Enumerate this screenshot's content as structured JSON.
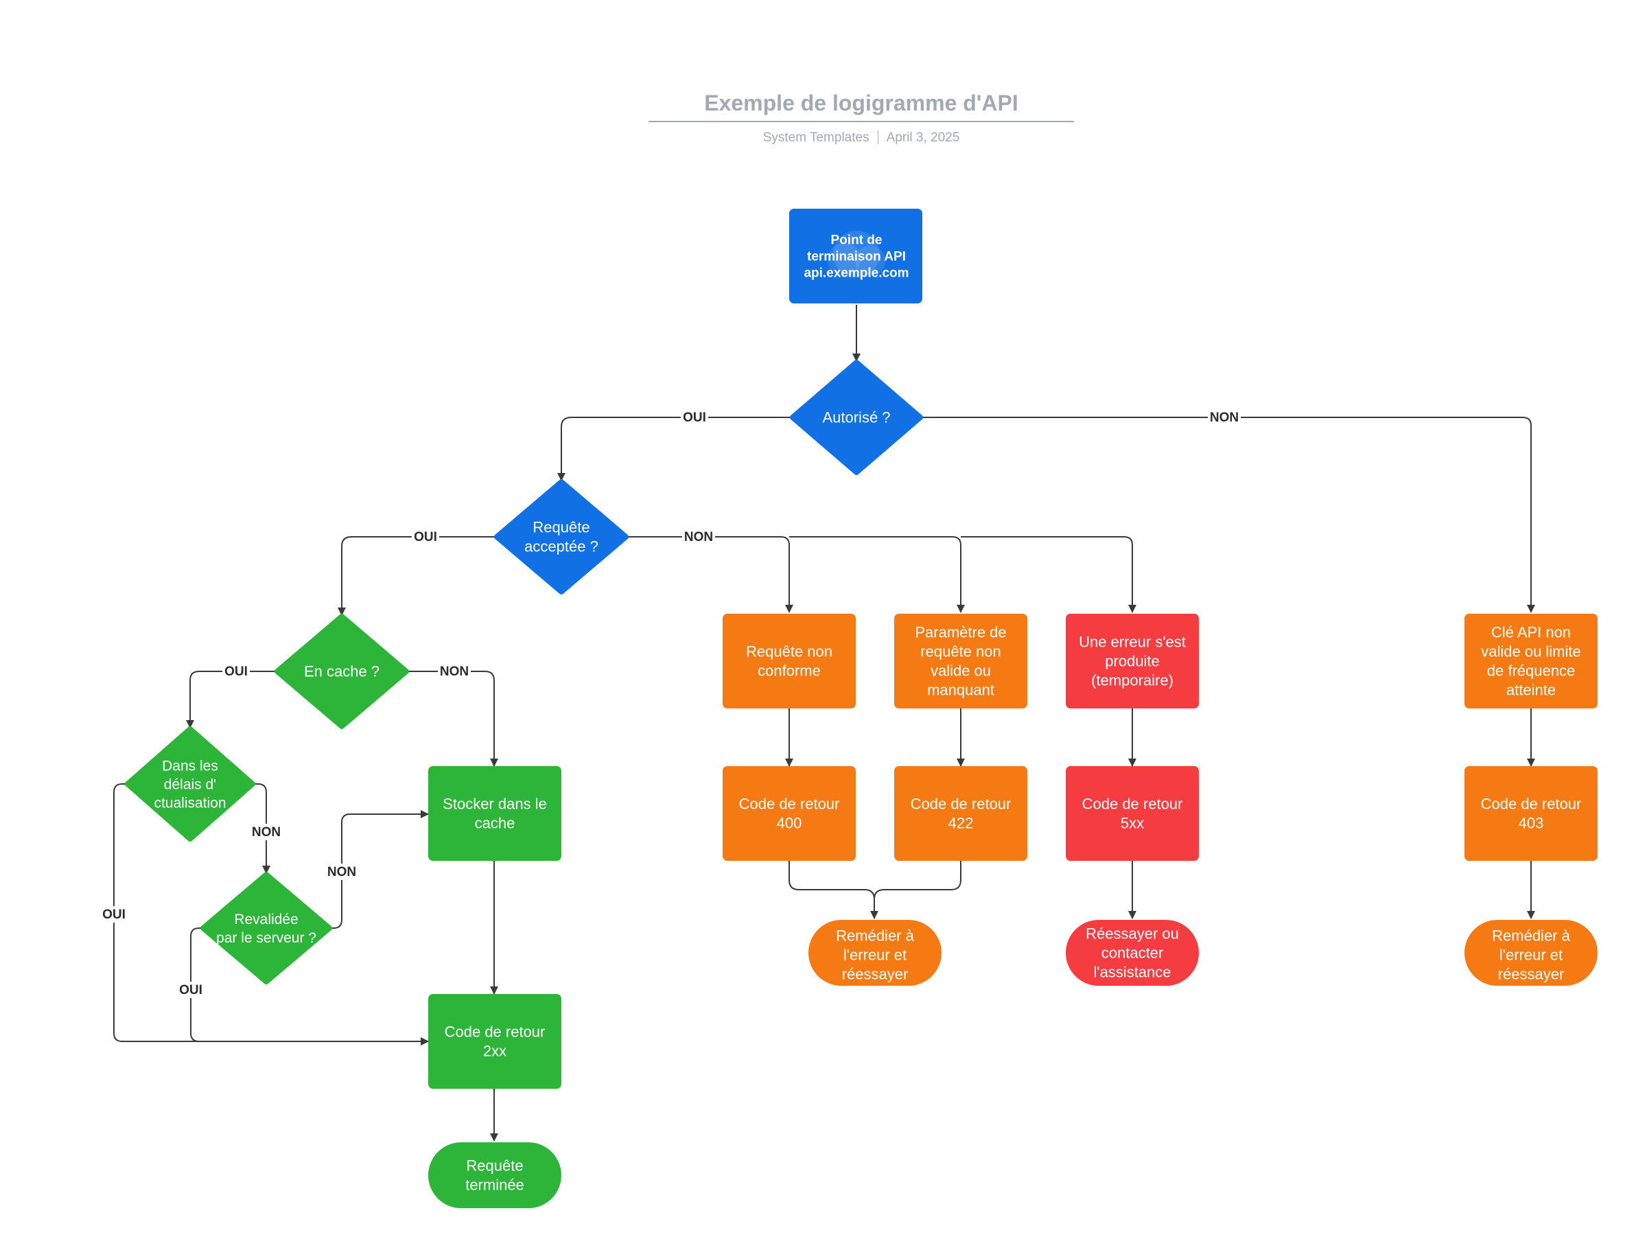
{
  "header": {
    "title": "Exemple de logigramme d'API",
    "source": "System Templates",
    "date": "April 3, 2025"
  },
  "colors": {
    "blue": "#1170e4",
    "green": "#2db53a",
    "orange": "#f57a14",
    "red": "#f53c41",
    "connector": "#3a3a3a"
  },
  "nodes": {
    "api_endpoint": [
      "Point de",
      "terminaison API",
      "api.exemple.com"
    ],
    "authorized": [
      "Autorisé ?"
    ],
    "request_accepted": [
      "Requête",
      "acceptée ?"
    ],
    "in_cache": [
      "En cache ?"
    ],
    "within_refresh": [
      "Dans les",
      "délais d'",
      "ctualisation"
    ],
    "revalidated": [
      "Revalidée",
      "par le serveur ?"
    ],
    "store_cache": [
      "Stocker dans le",
      "cache"
    ],
    "code_2xx": [
      "Code de retour",
      "2xx"
    ],
    "request_done": [
      "Requête",
      "terminée"
    ],
    "nonconform": [
      "Requête non",
      "conforme"
    ],
    "param_invalid": [
      "Paramètre de",
      "requête non",
      "valide ou",
      "manquant"
    ],
    "error_temp": [
      "Une erreur s'est",
      "produite",
      "(temporaire)"
    ],
    "api_key_invalid": [
      "Clé API non",
      "valide ou limite",
      "de fréquence",
      "atteinte"
    ],
    "code_400": [
      "Code de retour",
      "400"
    ],
    "code_422": [
      "Code de retour",
      "422"
    ],
    "code_5xx": [
      "Code de retour",
      "5xx"
    ],
    "code_403": [
      "Code de retour",
      "403"
    ],
    "remedy_1": [
      "Remédier à",
      "l'erreur et",
      "réessayer"
    ],
    "retry_contact": [
      "Réessayer ou",
      "contacter",
      "l'assistance"
    ],
    "remedy_2": [
      "Remédier à",
      "l'erreur et",
      "réessayer"
    ]
  },
  "edge_labels": {
    "auth_yes": "OUI",
    "auth_no": "NON",
    "accept_yes": "OUI",
    "accept_no": "NON",
    "cache_yes": "OUI",
    "cache_no": "NON",
    "refresh_yes": "OUI",
    "refresh_no": "NON",
    "reval_yes": "OUI",
    "reval_no": "NON"
  }
}
